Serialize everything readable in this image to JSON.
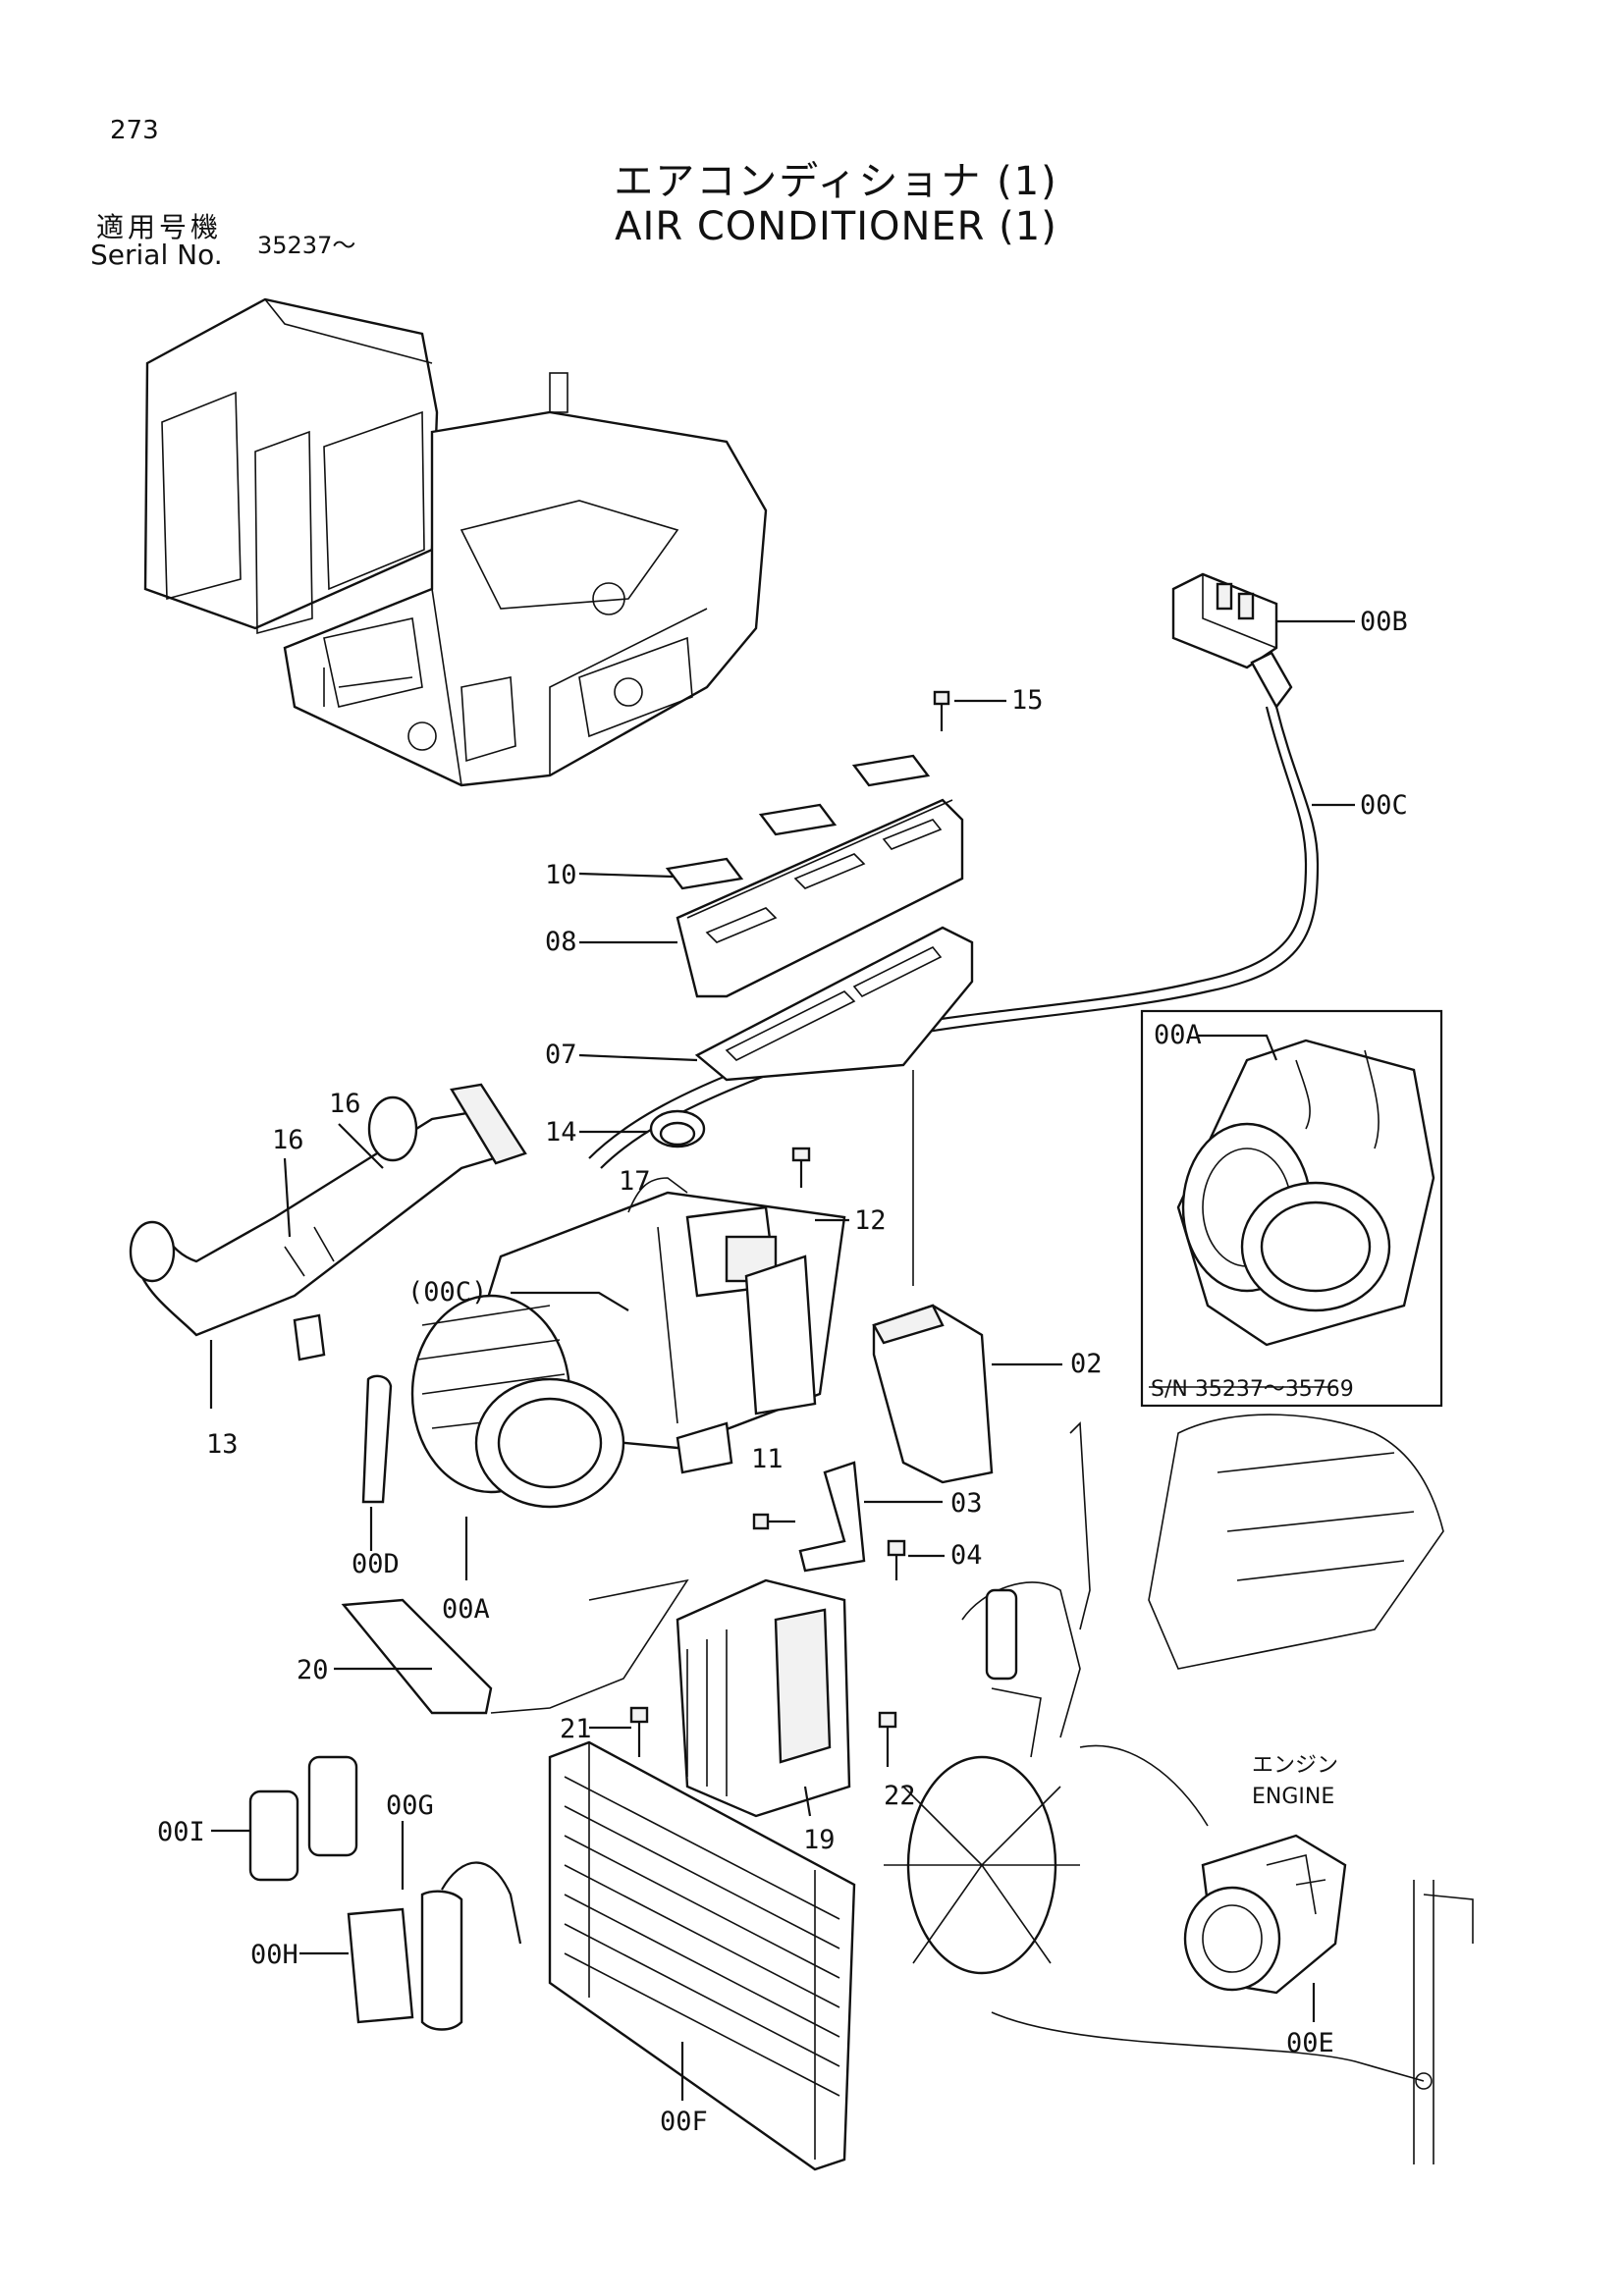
{
  "page_number": "273",
  "title_japanese": "エアコンディショナ (1)",
  "title_english": "AIR CONDITIONER (1)",
  "serial_label_japanese": "適用号機",
  "serial_label_english": "Serial No.",
  "serial_range": "35237～",
  "callouts": {
    "p00B": "00B",
    "p15": "15",
    "p00C": "00C",
    "p10": "10",
    "p08": "08",
    "p07": "07",
    "p00A_inset": "00A",
    "p16a": "16",
    "p16b": "16",
    "p14": "14",
    "p17": "17",
    "p12": "12",
    "p00C_paren": "(00C)",
    "p13": "13",
    "p02": "02",
    "p11": "11",
    "p03": "03",
    "p04": "04",
    "p00D": "00D",
    "p00A": "00A",
    "p20": "20",
    "p21": "21",
    "p22": "22",
    "p19": "19",
    "p00I": "00I",
    "p00G": "00G",
    "p00H": "00H",
    "p00F": "00F",
    "p00E": "00E"
  },
  "inset_serial": "S/N  35237～35769",
  "engine_label_japanese": "エンジン",
  "engine_label_english": "ENGINE"
}
